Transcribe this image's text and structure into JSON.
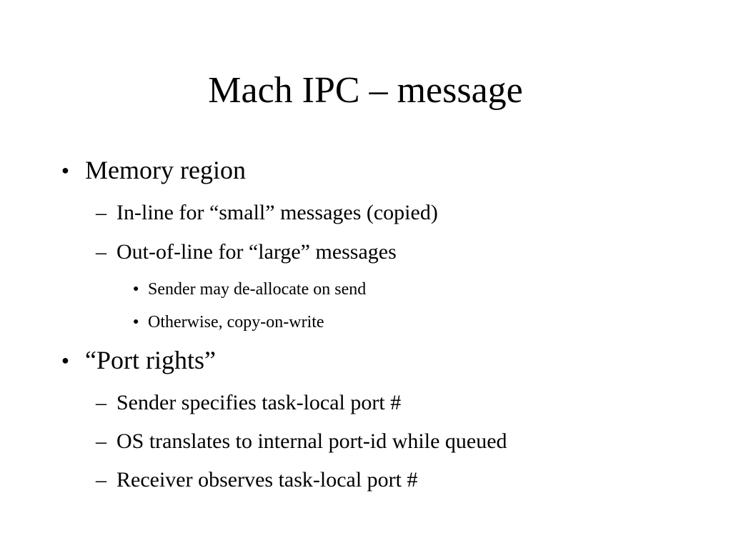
{
  "slide": {
    "title": "Mach IPC – message",
    "bullets": [
      {
        "marker": "●",
        "text": "Memory region",
        "subitems": [
          {
            "marker": "–",
            "text": "In-line for “small” messages (copied)",
            "subitems": []
          },
          {
            "marker": "–",
            "text": "Out-of-line for “large” messages",
            "subitems": [
              {
                "marker": "●",
                "text": "Sender may de-allocate on send"
              },
              {
                "marker": "●",
                "text": "Otherwise, copy-on-write"
              }
            ]
          }
        ]
      },
      {
        "marker": "●",
        "text": "“Port rights”",
        "subitems": [
          {
            "marker": "–",
            "text": "Sender specifies task-local port #",
            "subitems": []
          },
          {
            "marker": "–",
            "text": "OS translates to internal port-id while queued",
            "subitems": []
          },
          {
            "marker": "–",
            "text": "Receiver observes task-local port #",
            "subitems": []
          }
        ]
      }
    ]
  }
}
